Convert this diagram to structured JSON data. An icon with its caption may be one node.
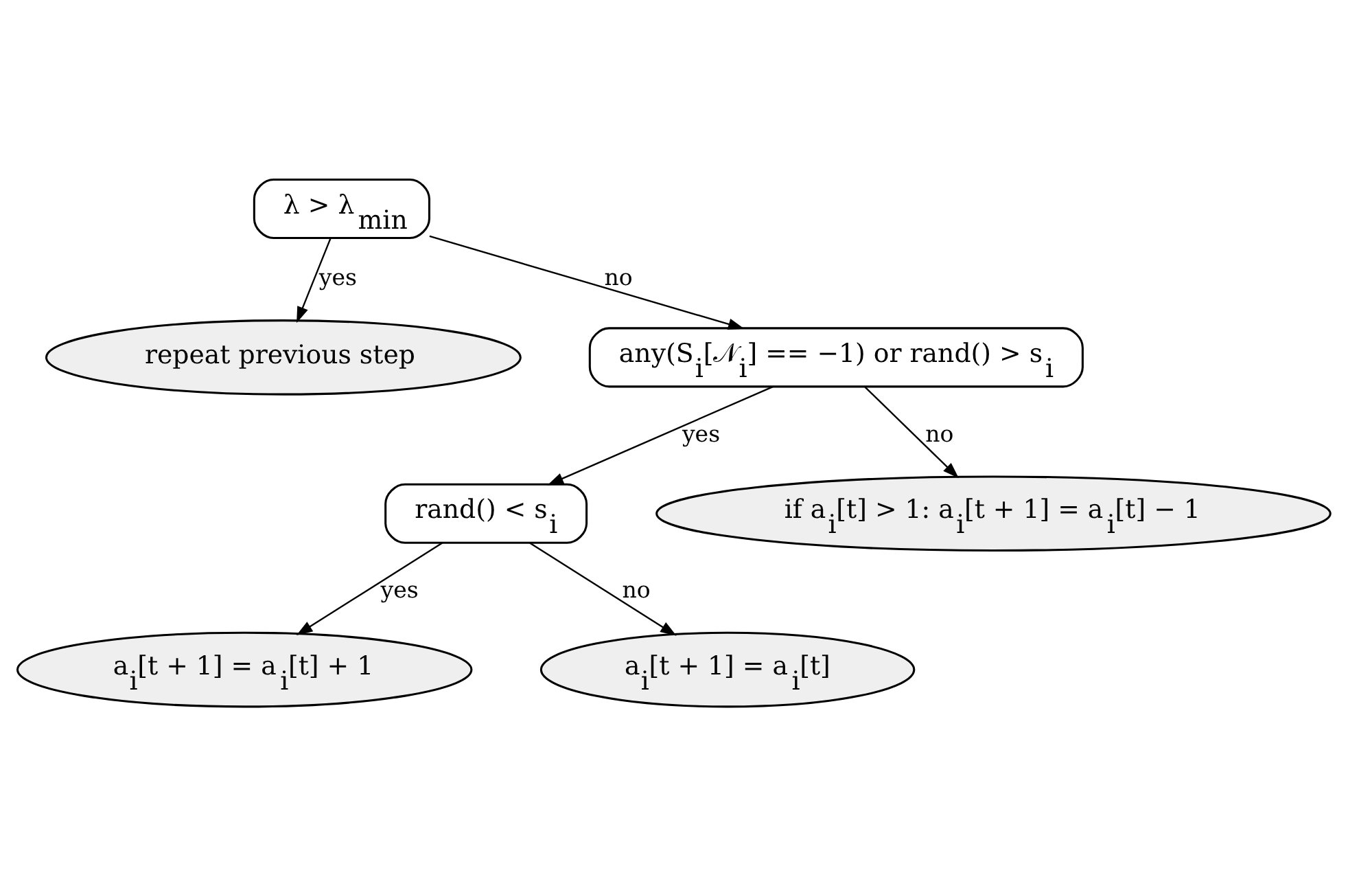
{
  "diagram": {
    "nodes": [
      {
        "text": [
          "λ > λ$_{min}$"
        ]
      },
      {
        "text": [
          "repeat previous step"
        ]
      },
      {
        "text": [
          "any(S$_{i}$[𝒩$_{i}$] == −1) or rand() > s$_{i}$"
        ]
      },
      {
        "text": [
          "rand() < s$_{i}$"
        ]
      },
      {
        "text": [
          "a$_{i}$[t + 1] = a$_{i}$[t] + 1"
        ]
      },
      {
        "text": [
          "a$_{i}$[t + 1] = a$_{i}$[t]"
        ]
      },
      {
        "text": [
          "if a$_{i}$[t] > 1: a$_{i}$[t + 1] = a$_{i}$[t] − 1"
        ]
      }
    ],
    "edges": [
      {
        "from": 0,
        "to": 1,
        "arrow": "to",
        "label": "yes"
      },
      {
        "from": 0,
        "to": 2,
        "arrow": "to",
        "label": "no"
      },
      {
        "from": 2,
        "to": 3,
        "arrow": "to",
        "label": "yes"
      },
      {
        "from": 2,
        "to": 6,
        "arrow": "to",
        "label": "no"
      },
      {
        "from": 3,
        "to": 4,
        "arrow": "to",
        "label": "yes"
      },
      {
        "from": 3,
        "to": 5,
        "arrow": "to",
        "label": "no"
      }
    ]
  }
}
